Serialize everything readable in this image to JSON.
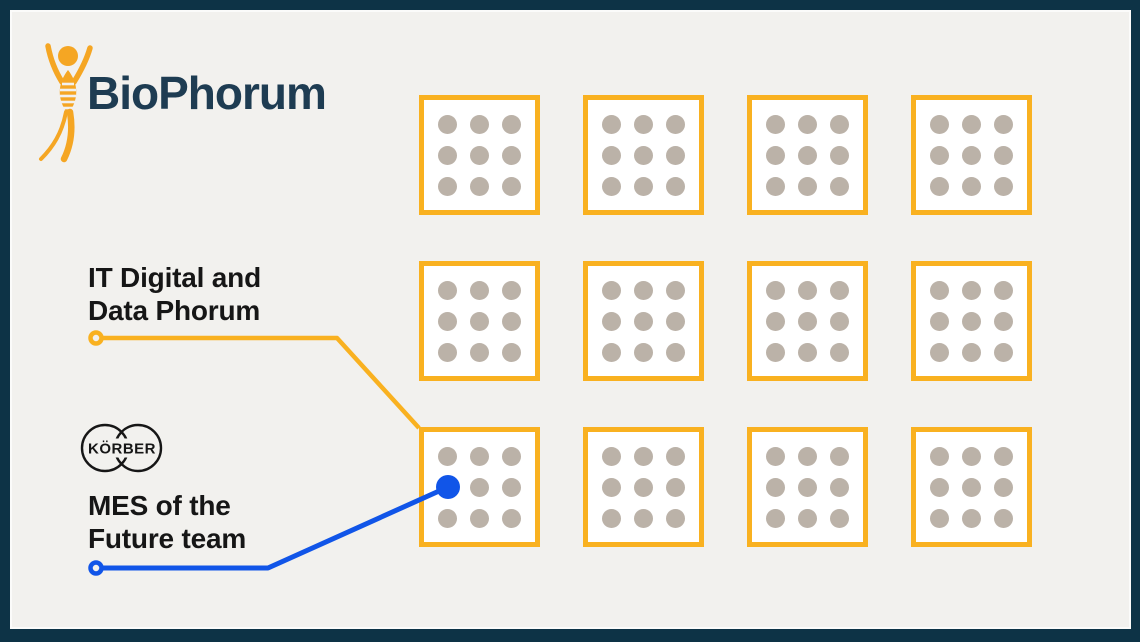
{
  "brand": {
    "name": "BioPhorum",
    "figure_icon": "dna-person-icon"
  },
  "colors": {
    "background": "#f2f1ee",
    "frame": "#0d3346",
    "accent_yellow": "#f9b120",
    "accent_orange": "#f5a623",
    "accent_blue": "#1155e8",
    "dot_gray": "#bbb2a8",
    "square_fill": "#ffffff",
    "wordmark_navy": "#1e3c52",
    "text_black": "#161616"
  },
  "grid": {
    "rows": 3,
    "cols": 4,
    "dots_per_square": 9,
    "total_squares": 12
  },
  "highlight": {
    "square_row": 3,
    "square_col": 1,
    "dot_position": "middle-left",
    "color": "#1155e8"
  },
  "callouts": {
    "it_digital": {
      "line1": "IT Digital and",
      "line2": "Data Phorum",
      "connector_color": "#f9b120"
    },
    "mes": {
      "line1": "MES of the",
      "line2": "Future team",
      "partner": "KÖRBER",
      "partner_icon": "korber-infinity-icon",
      "connector_color": "#1155e8"
    }
  }
}
